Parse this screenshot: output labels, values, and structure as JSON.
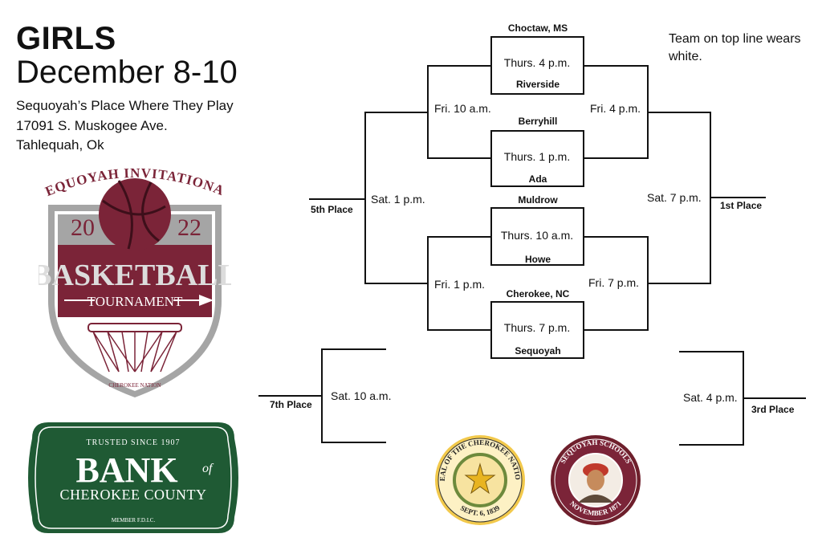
{
  "header": {
    "title": "GIRLS",
    "dates": "December 8-10",
    "venue_line1": "Sequoyah’s Place Where They Play",
    "venue_line2": "17091 S. Muskogee Ave.",
    "venue_line3": "Tahlequah, Ok"
  },
  "note": "Team on top line wears white.",
  "bracket": {
    "first_round": [
      {
        "top": "Choctaw, MS",
        "time": "Thurs. 4 p.m.",
        "bottom": "Riverside"
      },
      {
        "top": "Berryhill",
        "time": "Thurs. 1 p.m.",
        "bottom": "Ada"
      },
      {
        "top": "Muldrow",
        "time": "Thurs. 10 a.m.",
        "bottom": "Howe"
      },
      {
        "top": "Cherokee, NC",
        "time": "Thurs. 7 p.m.",
        "bottom": "Sequoyah"
      }
    ],
    "consolation_upper": "Fri. 10 a.m.",
    "semifinal_upper": "Fri. 4 p.m.",
    "consolation_lower": "Fri. 1 p.m.",
    "semifinal_lower": "Fri. 7 p.m.",
    "fifth_place_time": "Sat. 1 p.m.",
    "fifth_place_label": "5th Place",
    "championship_time": "Sat. 7 p.m.",
    "first_place_label": "1st Place",
    "seventh_place_time": "Sat. 10 a.m.",
    "seventh_place_label": "7th Place",
    "third_place_time": "Sat. 4 p.m.",
    "third_place_label": "3rd Place"
  },
  "logo_tournament": {
    "arc_text": "SEQUOYAH INVITATIONAL",
    "year_left": "20",
    "year_right": "22",
    "word1": "BASKETBALL",
    "word2": "TOURNAMENT",
    "footer": "CHEROKEE NATION",
    "colors": {
      "maroon": "#7b2438",
      "gray": "#a5a5a5"
    }
  },
  "logo_bank": {
    "trusted": "TRUSTED SINCE 1907",
    "bank": "BANK",
    "of": "of",
    "county": "CHEROKEE COUNTY",
    "member": "MEMBER F.D.I.C.",
    "color": "#1f5a34"
  },
  "seal_nation": {
    "text": "SEAL OF THE CHEROKEE NATION",
    "date": "SEPT. 6, 1839"
  },
  "seal_schools": {
    "text": "SEQUOYAH SCHOOLS",
    "date": "NOVEMBER 1871"
  }
}
